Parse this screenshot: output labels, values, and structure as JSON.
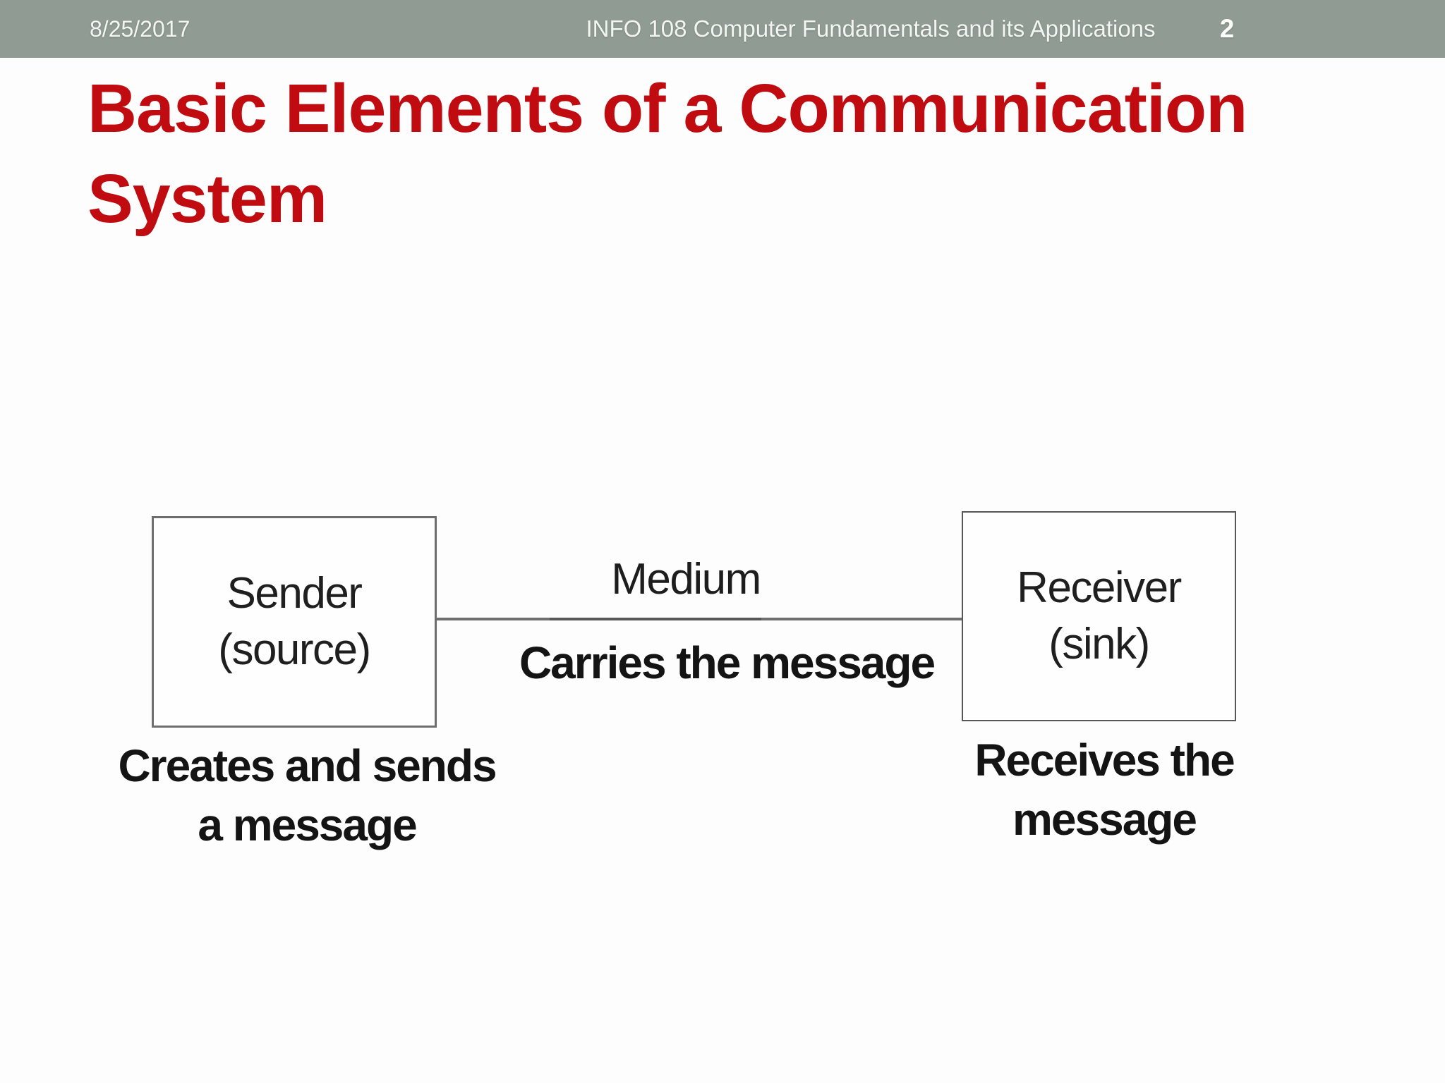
{
  "slide": {
    "header": {
      "date": "8/25/2017",
      "course_title": "INFO 108 Computer Fundamentals and its Applications",
      "page_number": "2"
    },
    "title": {
      "text": "Basic Elements of a Communication System",
      "lines": [
        "Basic Elements of a Communication",
        "System"
      ]
    },
    "diagram": {
      "sender": {
        "label": "Sender",
        "sublabel": "(source)",
        "caption_lines": [
          "Creates and sends",
          "a message"
        ]
      },
      "receiver": {
        "label": "Receiver",
        "sublabel": "(sink)",
        "caption_lines": [
          "Receives the",
          "message"
        ]
      },
      "medium": {
        "label": "Medium",
        "caption": "Carries the message"
      }
    },
    "colors": {
      "header_bg": "#909b93",
      "header_text": "#f3f5f3",
      "title_red": "#c00b10",
      "diagram_text": "#1f1f1f",
      "box_border": "#6e6e6e",
      "connector_line": "#6f6f6f",
      "slide_bg": "#fdfdfd"
    }
  }
}
